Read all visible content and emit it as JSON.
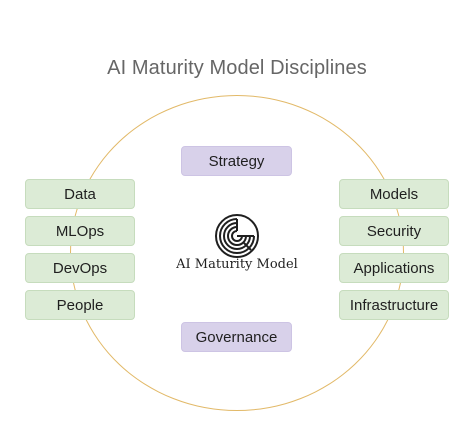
{
  "title": "AI Maturity Model Disciplines",
  "center": {
    "top_label": "Strategy",
    "bottom_label": "Governance",
    "logo_text": "AI Maturity Model"
  },
  "left_disciplines": [
    "Data",
    "MLOps",
    "DevOps",
    "People"
  ],
  "right_disciplines": [
    "Models",
    "Security",
    "Applications",
    "Infrastructure"
  ],
  "colors": {
    "ring": "#e2b968",
    "green_box": "#dcebd6",
    "purple_box": "#d8d1ea",
    "title_text": "#666666"
  }
}
